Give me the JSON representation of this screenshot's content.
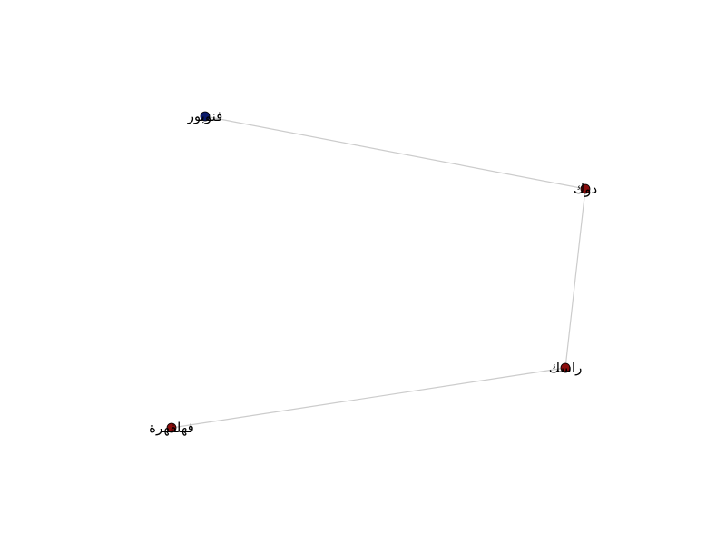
{
  "graph": {
    "nodes": [
      {
        "id": "n1",
        "label": "فنوبور",
        "color": "#0a1a6b"
      },
      {
        "id": "n2",
        "label": "دوك",
        "color": "#8b0d0d"
      },
      {
        "id": "n3",
        "label": "راسك",
        "color": "#8b0d0d"
      },
      {
        "id": "n4",
        "label": "فهلفهرة",
        "color": "#8b0d0d"
      }
    ],
    "edges": [
      {
        "source": "n1",
        "target": "n2"
      },
      {
        "source": "n2",
        "target": "n3"
      },
      {
        "source": "n3",
        "target": "n4"
      }
    ],
    "edge_color": "#cccccc"
  }
}
